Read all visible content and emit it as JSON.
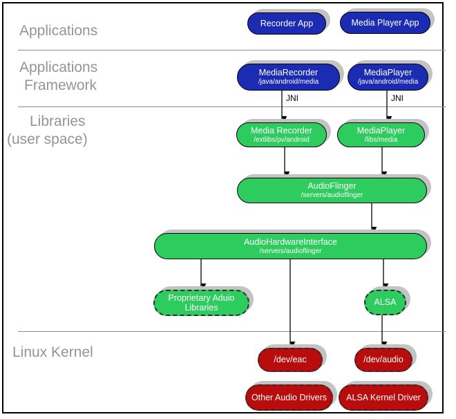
{
  "sections": {
    "applications": {
      "label": "Applications"
    },
    "framework": {
      "label_line1": "Applications",
      "label_line2": "Framework"
    },
    "libraries": {
      "label_line1": "Libraries",
      "label_line2": "(user space)"
    },
    "kernel": {
      "label": "Linux Kernel"
    }
  },
  "nodes": {
    "recorder_app": {
      "label": "Recorder App"
    },
    "media_player_app": {
      "label": "Media Player App"
    },
    "media_recorder_fw": {
      "label": "MediaRecorder",
      "sub": "/java/android/media"
    },
    "media_player_fw": {
      "label": "MediaPlayer",
      "sub": "/java/android/media"
    },
    "media_recorder_lib": {
      "label": "Media Recorder",
      "sub": "/extlibs/pv/android"
    },
    "media_player_lib": {
      "label": "MediaPlayer",
      "sub": "/libs/media"
    },
    "audioflinger": {
      "label": "AudioFlinger",
      "sub": "/servers/audioflinger"
    },
    "audio_hw_interface": {
      "label": "AudioHardwareInterface",
      "sub": "/servers/audioflinger"
    },
    "proprietary_libs": {
      "label": "Proprietary Aduio Libraries"
    },
    "alsa": {
      "label": "ALSA"
    },
    "dev_eac": {
      "label": "/dev/eac"
    },
    "dev_audio": {
      "label": "/dev/audio"
    },
    "other_drivers": {
      "label": "Other Audio Drivers"
    },
    "alsa_kernel_driver": {
      "label": "ALSA Kernel Driver"
    }
  },
  "annotations": {
    "jni_left": "JNI",
    "jni_right": "JNI"
  },
  "colors": {
    "app_blue": "#1b2cb3",
    "lib_green": "#2ecc5e",
    "kernel_red": "#b90d0d",
    "shadow_gray": "#c3c3c3",
    "label_gray": "#949494",
    "divider_gray": "#8a8a8a"
  }
}
